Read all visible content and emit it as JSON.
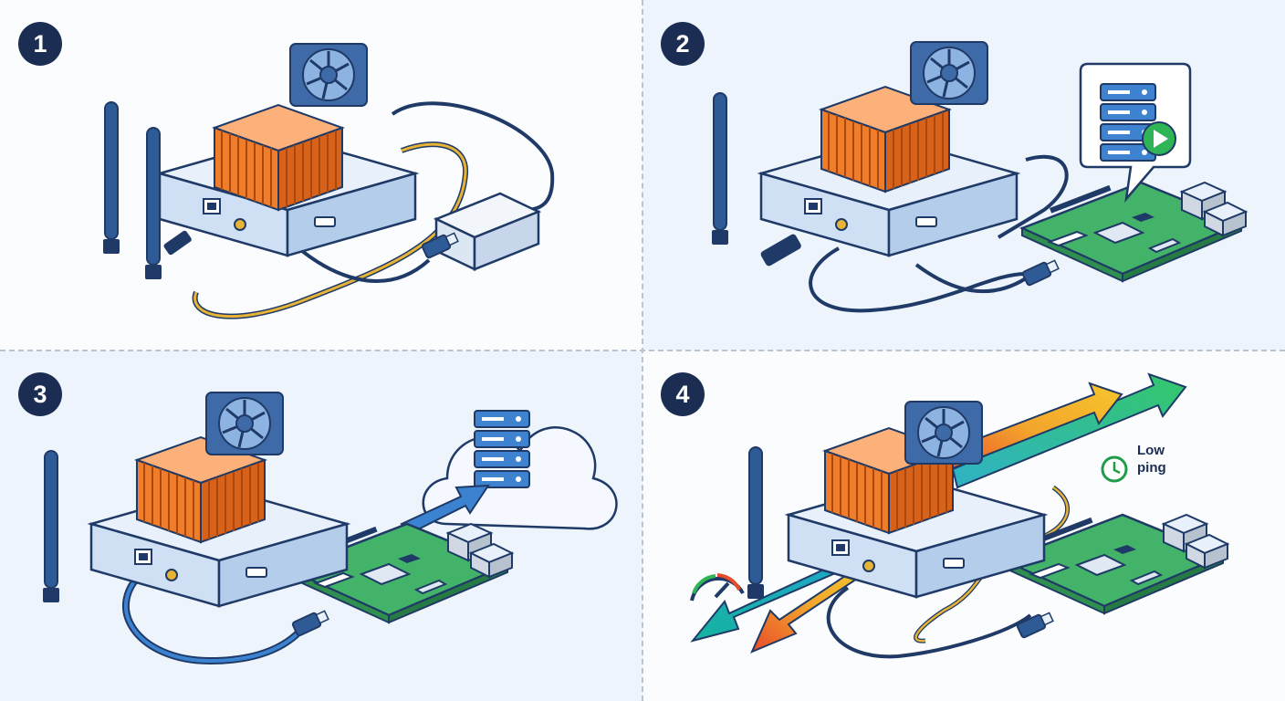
{
  "panels": [
    {
      "step": "1",
      "scene": "gateway-with-antennas-cable-loop-and-power-supply"
    },
    {
      "step": "2",
      "scene": "gateway-connected-to-raspberry-pi-running-local-server"
    },
    {
      "step": "3",
      "scene": "raspberry-pi-pushing-data-to-cloud-server"
    },
    {
      "step": "4",
      "scene": "bidirectional-traffic-with-low-latency"
    }
  ],
  "panel4": {
    "ping_line1": "Low",
    "ping_line2": "ping"
  },
  "colors": {
    "badge": "#1b2d52",
    "outline": "#1f3a66",
    "device_body": "#cfe0f5",
    "heatsink": "#f07d2a",
    "fan": "#3f6aa8",
    "pcb": "#44b36a",
    "usb_cable": "#1f3a66",
    "gold_cable": "#e8b437",
    "blue_arrow": "#3b82d0",
    "green_play": "#2fb456"
  },
  "icons": [
    "fan-icon",
    "antenna-icon",
    "server-stack-icon",
    "cloud-icon",
    "play-icon",
    "clock-icon",
    "speedometer-icon",
    "arrow-icon"
  ]
}
